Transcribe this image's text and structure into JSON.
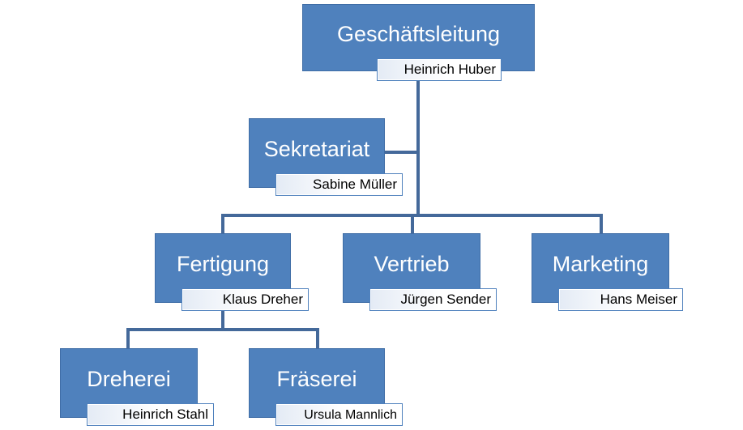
{
  "org_chart": {
    "top": {
      "title": "Geschäftsleitung",
      "name": "Heinrich Huber"
    },
    "assistant": {
      "title": "Sekretariat",
      "name": "Sabine Müller"
    },
    "departments": [
      {
        "title": "Fertigung",
        "name": "Klaus Dreher"
      },
      {
        "title": "Vertrieb",
        "name": "Jürgen Sender"
      },
      {
        "title": "Marketing",
        "name": "Hans Meiser"
      }
    ],
    "subunits": [
      {
        "title": "Dreherei",
        "name": "Heinrich Stahl"
      },
      {
        "title": "Fräserei",
        "name": "Ursula Mannlich"
      }
    ]
  },
  "colors": {
    "box_fill": "#4f81bd",
    "connector": "#44699a",
    "name_fill": "#ffffff"
  }
}
